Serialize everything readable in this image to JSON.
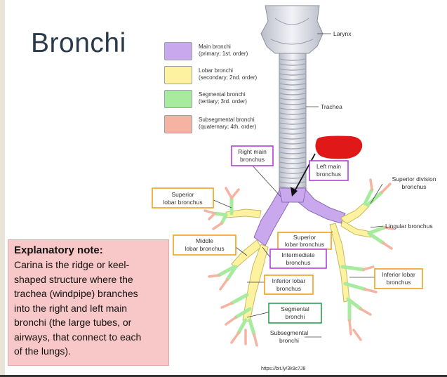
{
  "title": "Bronchi",
  "colors": {
    "main": "#c9a8ee",
    "lobar": "#fdf2a0",
    "segmental": "#a6eb9e",
    "subsegmental": "#f6b3a2",
    "trachea": "#dfe2ea",
    "red_marker": "#e11818"
  },
  "legend": [
    {
      "line1": "Main bronchi",
      "line2": "(primary; 1st. order)",
      "color": "#c9a8ee"
    },
    {
      "line1": "Lobar bronchi",
      "line2": "(secondary; 2nd. order)",
      "color": "#fdf2a0"
    },
    {
      "line1": "Segmental bronchi",
      "line2": "(tertiary; 3rd. order)",
      "color": "#a6eb9e"
    },
    {
      "line1": "Subsegmental bronchi",
      "line2": "(quaternary; 4th. order)",
      "color": "#f6b3a2"
    }
  ],
  "labels": {
    "larynx": "Larynx",
    "trachea": "Trachea",
    "right_main": [
      "Right main",
      "bronchus"
    ],
    "left_main": [
      "Left main",
      "bronchus"
    ],
    "superior_lobar": [
      "Superior",
      "lobar bronchus"
    ],
    "superior_division": [
      "Superior division",
      "bronchus"
    ],
    "lingular": "Lingular bronchus",
    "middle_lobar": [
      "Middle",
      "lobar bronchus"
    ],
    "superior_lobar_2": [
      "Superior",
      "lobar bronchus"
    ],
    "intermediate": [
      "Intermediate",
      "bronchus"
    ],
    "inferior_lobar_right": [
      "Inferior lobar",
      "bronchus"
    ],
    "inferior_lobar_left": [
      "Inferior lobar",
      "bronchus"
    ],
    "segmental": [
      "Segmental",
      "bronchi"
    ],
    "subsegmental": [
      "Subsegmental",
      "bronchi"
    ]
  },
  "note": {
    "title": "Explanatory note:",
    "lines": [
      "Carina is the ridge or keel-",
      "shaped structure where the",
      "trachea (windpipe) branches",
      "into the right and left main",
      "bronchi (the large tubes, or",
      "airways, that connect to each",
      "of the lungs)."
    ]
  },
  "source": "https://bit.ly/3k9c7J8"
}
